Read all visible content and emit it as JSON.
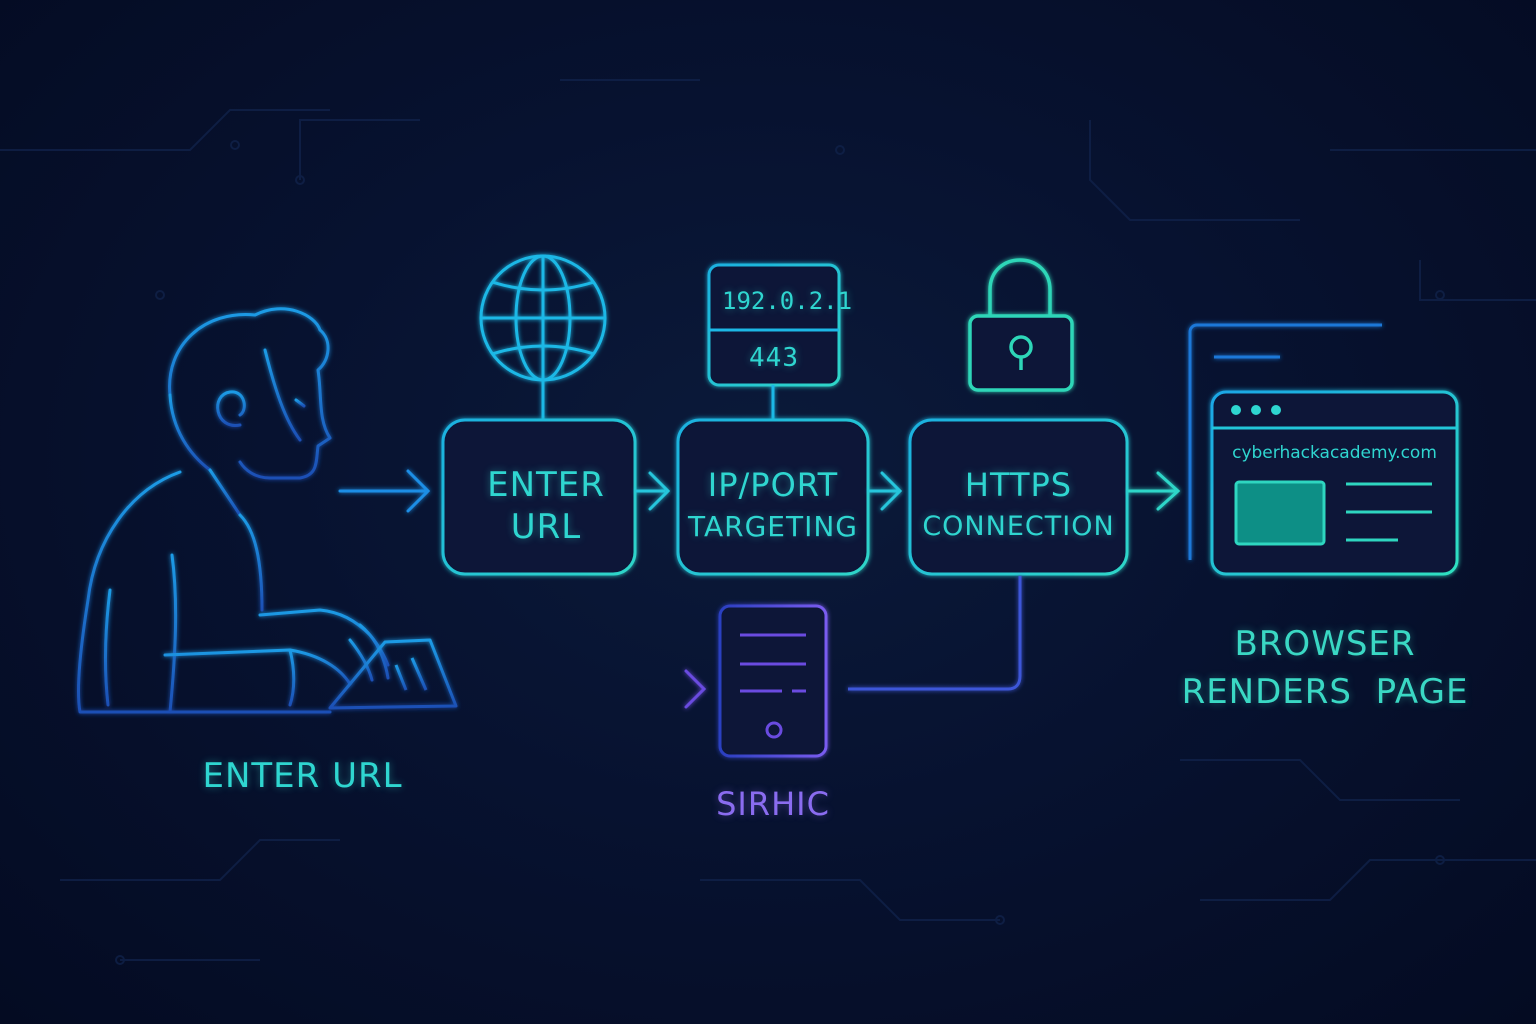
{
  "steps": {
    "enter_url_box": {
      "line1": "ENTER",
      "line2": "URL"
    },
    "ip_port_box": {
      "line1": "IP/PORT",
      "line2": "TARGETING"
    },
    "https_box": {
      "line1": "HTTPS",
      "line2": "CONNECTION"
    }
  },
  "ip_panel": {
    "ip": "192.0.2.1",
    "port": "443"
  },
  "browser": {
    "url": "cyberhackacademy.com",
    "caption_line1": "BROWSER",
    "caption_line2": "RENDERS  PAGE"
  },
  "user_caption": "ENTER URL",
  "server_caption": "SIRHIC",
  "icons": [
    "user-typing-icon",
    "globe-icon",
    "lock-icon",
    "server-icon",
    "browser-window-icon",
    "keyboard-icon"
  ],
  "colors": {
    "background": "#050d26",
    "cyan": "#2fd6d0",
    "blue": "#1f7fe0",
    "purple": "#7a5cf0",
    "teal": "#3ad8c4"
  }
}
